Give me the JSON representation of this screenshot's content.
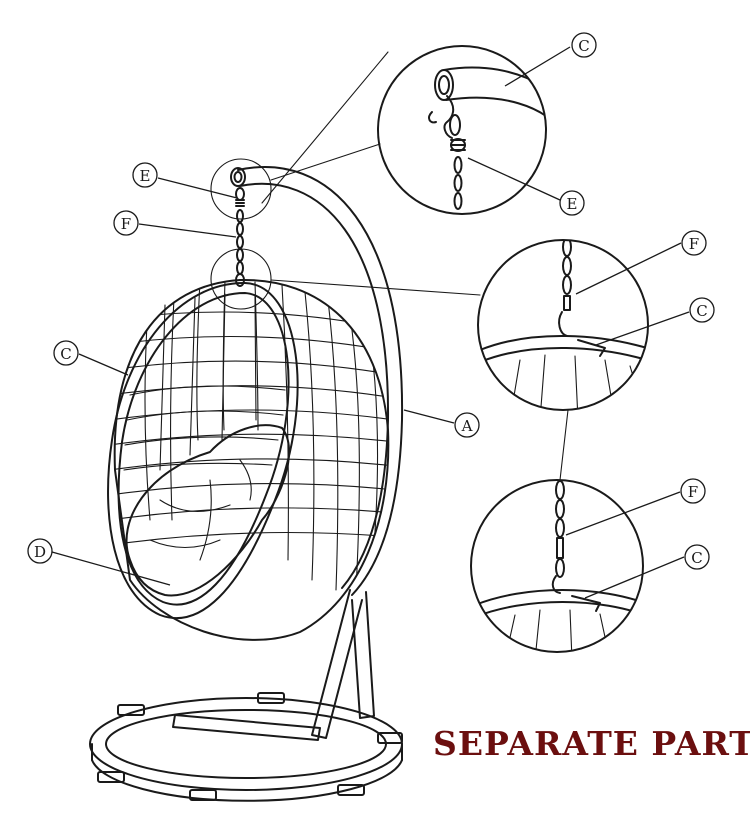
{
  "caption": "SEPARATE PARTS",
  "callouts": {
    "main_e": "E",
    "main_f": "F",
    "main_c": "C",
    "main_d": "D",
    "main_a": "A",
    "top_c": "C",
    "top_e": "E",
    "mid_f": "F",
    "mid_c": "C",
    "low_f": "F",
    "low_c": "C"
  },
  "colors": {
    "line": "#1a1a1a",
    "caption": "#6b0f0f",
    "background": "#ffffff"
  }
}
